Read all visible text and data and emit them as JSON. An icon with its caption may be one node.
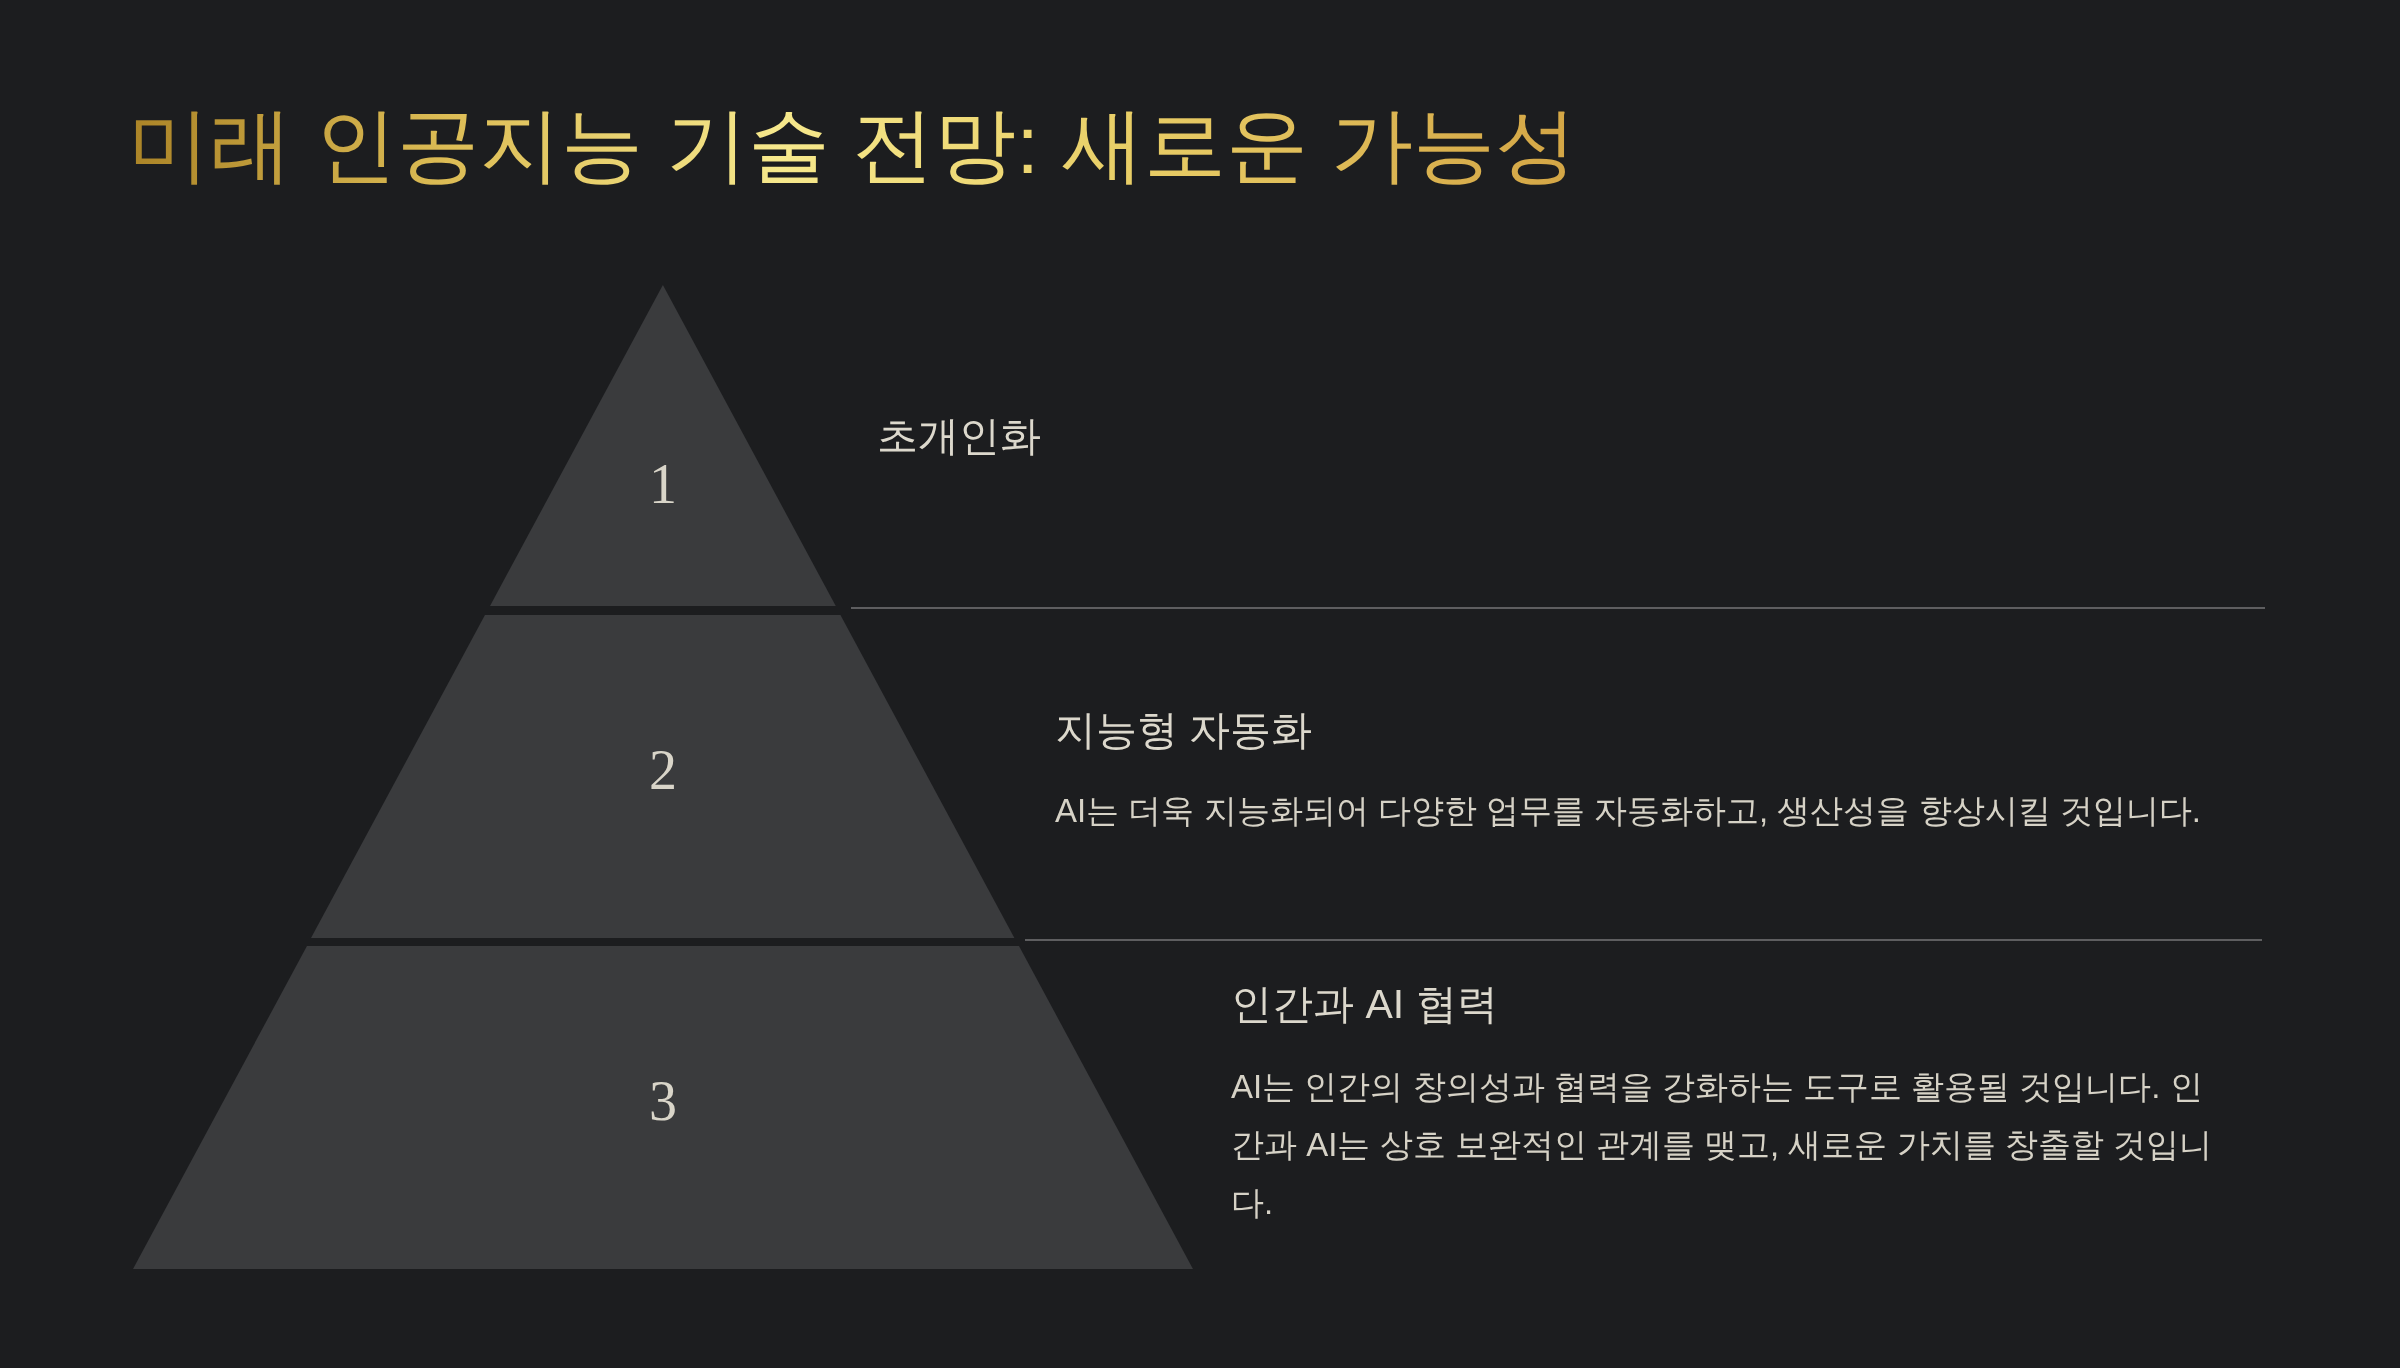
{
  "diagram": {
    "title": "미래 인공지능 기술 전망: 새로운 가능성",
    "nodes": [
      {
        "text": [
          "1"
        ],
        "beside": [
          "초개인화"
        ]
      },
      {
        "text": [
          "2"
        ],
        "beside": [
          "지능형 자동화",
          "AI는 더욱 지능화되어 다양한 업무를 자동화하고, 생산성을 향상시킬 것입니다."
        ]
      },
      {
        "text": [
          "3"
        ],
        "beside": [
          "인간과 AI 협력",
          "AI는 인간의 창의성과 협력을 강화하는 도구로 활용될 것입니다. 인간과 AI는 상호 보완적인 관계를 맺고, 새로운 가치를 창출할 것입니다."
        ]
      }
    ]
  }
}
